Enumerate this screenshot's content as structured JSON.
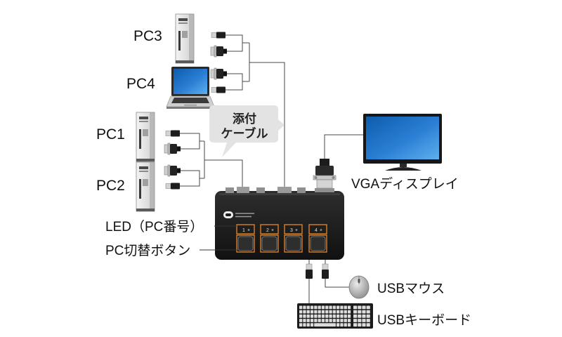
{
  "computers": {
    "pc3": "PC3",
    "pc4": "PC4",
    "pc1": "PC1",
    "pc2": "PC2"
  },
  "callout": {
    "line1": "添付",
    "line2": "ケーブル"
  },
  "display": {
    "label": "VGAディスプレイ"
  },
  "kvm": {
    "led_label": "LED（PC番号）",
    "button_label": "PC切替ボタン",
    "port_numbers": [
      "1",
      "2",
      "3",
      "4"
    ]
  },
  "peripherals": {
    "mouse": "USBマウス",
    "keyboard": "USBキーボード"
  },
  "colors": {
    "highlight": "#e8872b",
    "monitor_screen": "#2a7fd4",
    "callout_fill": "#e3e3e3",
    "kvm_body": "#1c1c1c",
    "background": "#ffffff"
  },
  "icons": {
    "pc_tower": "desktop-tower-icon",
    "laptop": "laptop-icon",
    "monitor": "monitor-icon",
    "kvm_switch": "kvm-switch-icon",
    "usb_plug": "usb-plug-icon",
    "vga_plug": "vga-plug-icon",
    "mouse": "mouse-icon",
    "keyboard": "keyboard-icon"
  }
}
